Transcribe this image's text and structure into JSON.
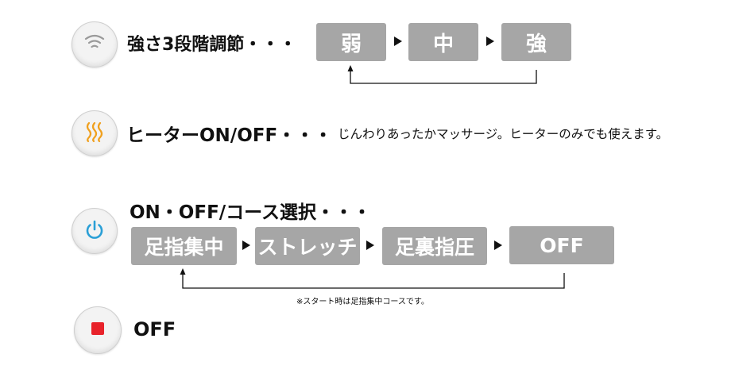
{
  "strength": {
    "icon": "wave-icon",
    "label": "強さ3段階調節・・・",
    "levels": [
      "弱",
      "中",
      "強"
    ]
  },
  "heater": {
    "icon": "heat-icon",
    "label": "ヒーターON/OFF・・・",
    "description": "じんわりあったかマッサージ。ヒーターのみでも使えます。"
  },
  "power": {
    "icon": "power-icon",
    "label": "ON・OFF/コース選択・・・",
    "courses": [
      "足指集中",
      "ストレッチ",
      "足裏指圧",
      "OFF"
    ],
    "note": "※スタート時は足指集中コースです。"
  },
  "stop": {
    "icon": "stop-icon",
    "label": "OFF"
  },
  "colors": {
    "box_gray": "#a6a6a6",
    "heat_orange": "#f0a01e",
    "power_blue": "#2a9fd6",
    "stop_red": "#e8232b"
  }
}
